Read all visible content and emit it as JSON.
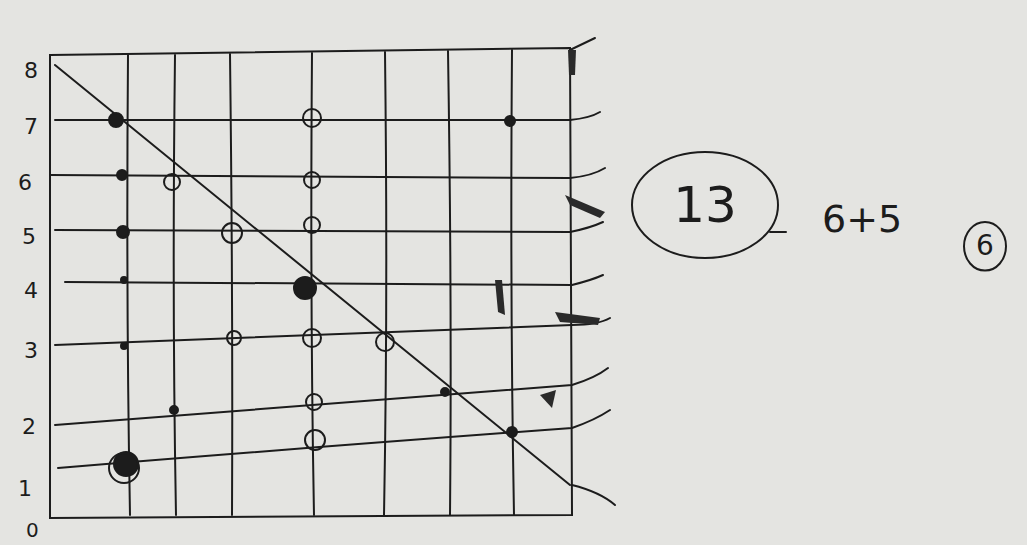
{
  "diagram": {
    "nodes": [
      {
        "text": [
          "13"
        ]
      },
      {
        "text": [
          "6"
        ]
      }
    ],
    "labels": [
      "8",
      "7",
      "6",
      "5",
      "4",
      "3",
      "2",
      "1",
      "0",
      "6+5"
    ]
  }
}
